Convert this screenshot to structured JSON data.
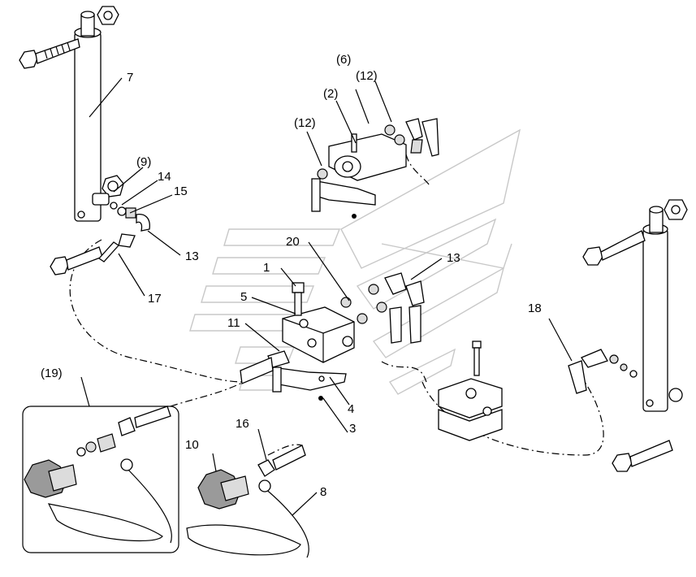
{
  "labels": {
    "l1": "1",
    "l3": "3",
    "l4": "4",
    "l5": "5",
    "l6": "(6)",
    "l2": "(2)",
    "l12a": "(12)",
    "l12b": "(12)",
    "l7": "7",
    "l9": "(9)",
    "l14": "14",
    "l15": "15",
    "l13a": "13",
    "l13b": "13",
    "l17": "17",
    "l20": "20",
    "l11": "11",
    "l18": "18",
    "l19": "(19)",
    "l10": "10",
    "l16": "16",
    "l8": "8"
  }
}
